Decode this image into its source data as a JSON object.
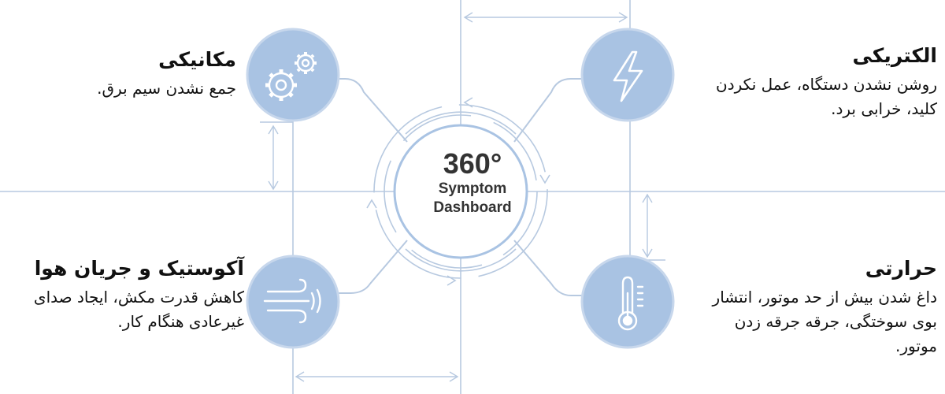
{
  "center": {
    "value": "360°",
    "line1": "Symptom",
    "line2": "Dashboard"
  },
  "categories": {
    "mechanical": {
      "title": "مکانیکی",
      "description": "جمع نشدن سیم برق.",
      "icon": "gears-icon"
    },
    "acoustic": {
      "title": "آکوستیک و جریان هوا",
      "description": "کاهش قدرت مکش، ایجاد صدای غیرعادی هنگام کار.",
      "icon": "airflow-icon"
    },
    "electrical": {
      "title": "الکتریکی",
      "description": "روشن نشدن دستگاه، عمل نکردن کلید، خرابی برد.",
      "icon": "lightning-icon"
    },
    "thermal": {
      "title": "حرارتی",
      "description": "داغ شدن بیش از حد موتور، انتشار بوی سوختگی، جرقه جرقه زدن موتور.",
      "icon": "thermometer-icon"
    }
  },
  "colors": {
    "line": "#b7c9e0",
    "circle": "#a9c3e3",
    "circleStroke": "#c7d7ec",
    "icon": "#ffffff",
    "text": "#111111"
  }
}
